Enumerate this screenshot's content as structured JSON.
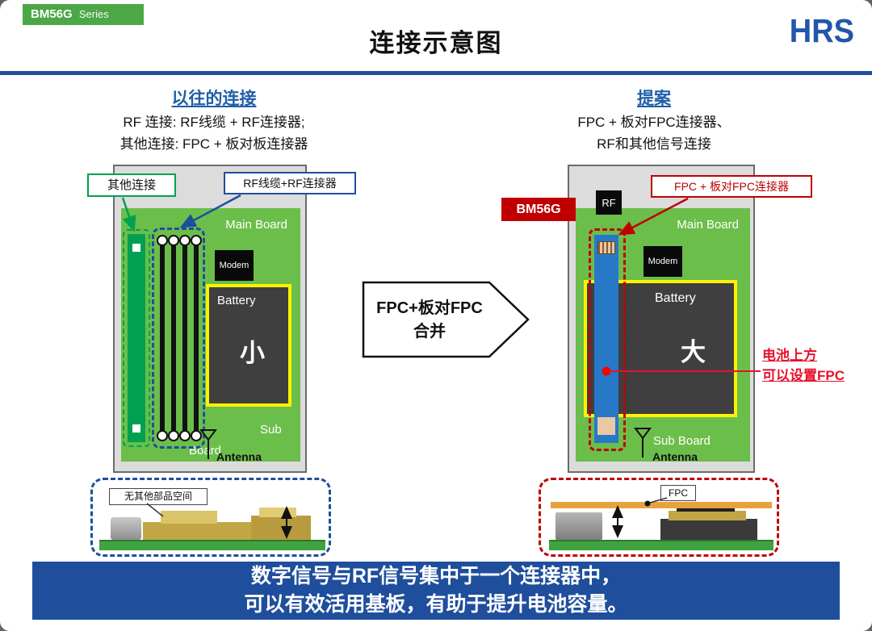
{
  "colors": {
    "brand_blue": "#1F4E9C",
    "heading_blue": "#1F5FA8",
    "board_green": "#6CBE4B",
    "connector_green": "#00A050",
    "badge_green": "#4CA747",
    "accent_red": "#C00000",
    "fpc_blue": "#2878C8",
    "battery_yellow": "#FFF200"
  },
  "icons": {
    "antenna": "antenna-mast-icon",
    "double_arrow": "vertical-double-arrow-icon"
  },
  "header": {
    "badge_model": "BM56G",
    "badge_suffix": "Series",
    "title": "连接示意图",
    "logo": "HRS"
  },
  "left": {
    "heading": "以往的连接",
    "desc1": "RF 连接: RF线缆 + RF连接器;",
    "desc2": "其他连接: FPC + 板对板连接器",
    "callout_other": "其他连接",
    "callout_rf": "RF线缆+RF连接器",
    "main_board": "Main Board",
    "modem": "Modem",
    "battery": "Battery",
    "battery_size": "小",
    "sub": "Sub",
    "board": "Board",
    "antenna": "Antenna",
    "photo_label": "无其他部品空间"
  },
  "arrow": {
    "line1": "FPC+板对FPC",
    "line2": "合并"
  },
  "right": {
    "heading": "提案",
    "desc1": "FPC + 板对FPC连接器、",
    "desc2": "RF和其他信号连接",
    "model_badge": "BM56G",
    "rf_label": "RF",
    "callout_fpc": "FPC + 板对FPC连接器",
    "note1": "电池上方",
    "note2": "可以设置FPC",
    "main_board": "Main Board",
    "modem": "Modem",
    "battery": "Battery",
    "battery_size": "大",
    "sub_board": "Sub Board",
    "antenna": "Antenna",
    "photo_label": "FPC"
  },
  "footer": {
    "line1": "数字信号与RF信号集中于一个连接器中，",
    "line2": "可以有效活用基板，有助于提升电池容量。"
  }
}
